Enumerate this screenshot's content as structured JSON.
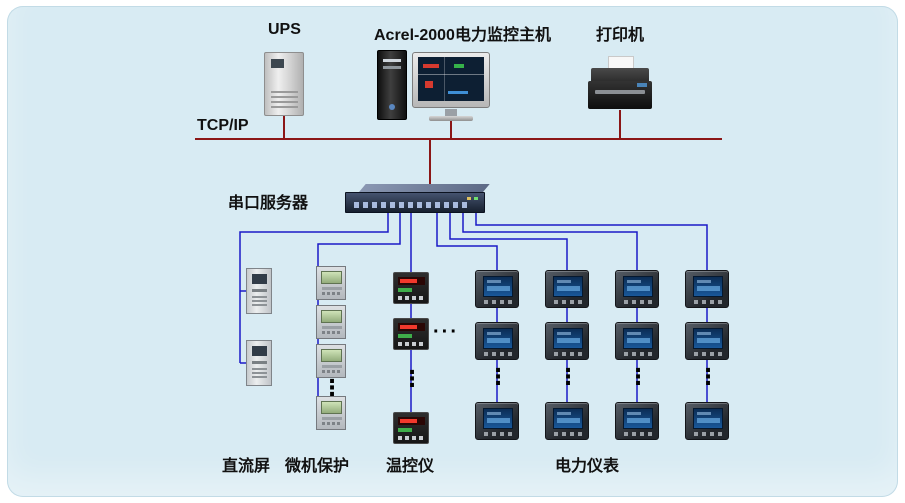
{
  "diagram": {
    "labels": {
      "ups": "UPS",
      "host": "Acrel-2000电力监控主机",
      "printer": "打印机",
      "network": "TCP/IP",
      "serial_server": "串口服务器",
      "dc_screen": "直流屏",
      "protection": "微机保护",
      "temp_controller": "温控仪",
      "power_meter": "电力仪表"
    },
    "ellipsis_h": "···",
    "ellipsis_v": "⋮",
    "groups": [
      {
        "label": "直流屏",
        "units_visible": 2
      },
      {
        "label": "微机保护",
        "units_visible": 4
      },
      {
        "label": "温控仪",
        "units_visible": 3
      },
      {
        "label": "电力仪表",
        "columns": 4,
        "units_visible_per_column": 3
      }
    ],
    "colors": {
      "panel_background": "#d8ebf3",
      "network_line": "#8b1616",
      "branch_line": "#1a1ac8",
      "label_text": "#111111"
    }
  }
}
